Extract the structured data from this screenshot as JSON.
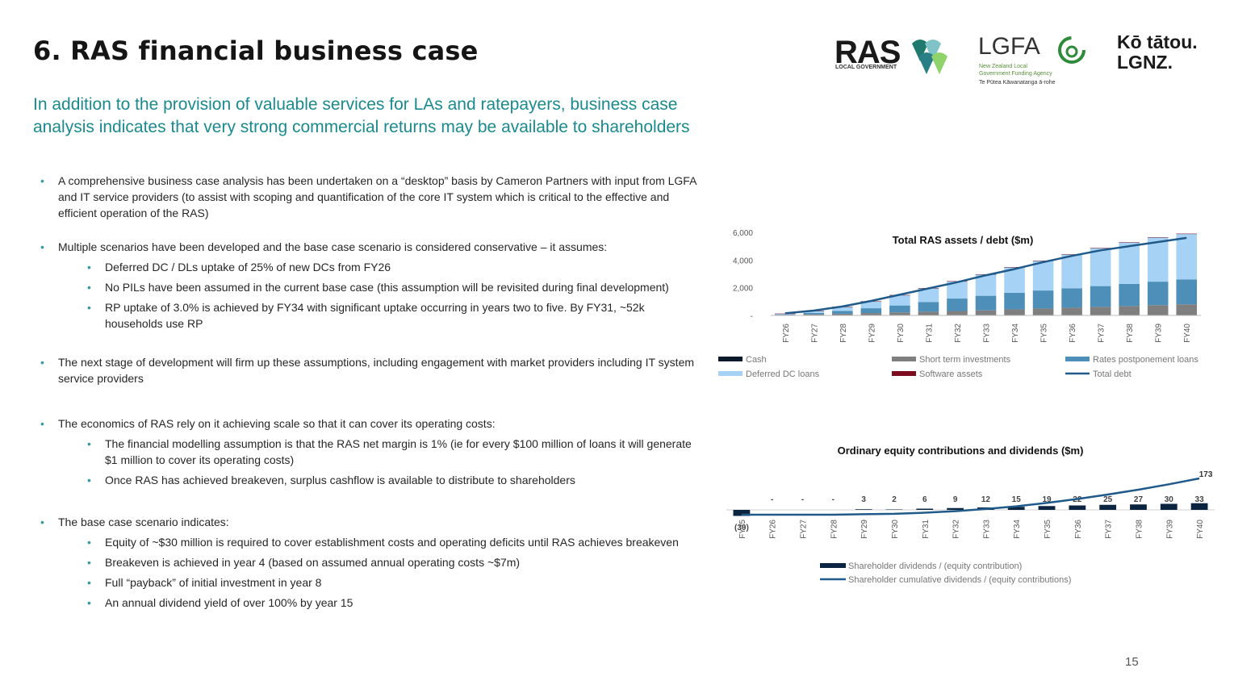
{
  "slide": {
    "title": "6. RAS financial business case",
    "subtitle_line1": "In addition to the provision of valuable services for LAs and ratepayers, business case",
    "subtitle_line2": "analysis indicates that very strong commercial returns may be available to shareholders",
    "page_number": "15"
  },
  "logos": {
    "ras_main": "RAS",
    "ras_sub": "LOCAL GOVERNMENT",
    "lgfa_main": "LGFA",
    "lgfa_sub1": "New Zealand Local",
    "lgfa_sub2": "Government Funding Agency",
    "lgfa_sub3": "Te Pūtea Kāwanatanga ā-rohe",
    "lgnz_line1": "Kō tātou.",
    "lgnz_line2": "LGNZ."
  },
  "bullets": {
    "b1": "A comprehensive business case analysis has been undertaken on a “desktop” basis by Cameron Partners with input from LGFA and IT service providers (to assist with scoping and quantification of the core IT system which is critical to the effective and efficient operation of the RAS)",
    "b2": "Multiple scenarios have been developed and the base case scenario is considered conservative – it assumes:",
    "b2_1": "Deferred DC / DLs uptake of 25% of new DCs from FY26",
    "b2_2": "No PILs have been assumed in the current base case (this assumption will be revisited during final development)",
    "b2_3": "RP uptake of 3.0% is achieved by FY34 with significant uptake occurring in years two to five. By FY31, ~52k households use RP",
    "b3": "The next stage of development will firm up these assumptions, including engagement with market providers including IT system service providers",
    "b4": "The economics of RAS rely on it achieving scale so that it can cover its operating costs:",
    "b4_1": "The financial modelling assumption is that the RAS net margin is 1% (ie for every $100 million of loans it will generate $1 million to cover its operating costs)",
    "b4_2": "Once RAS has achieved breakeven, surplus cashflow is available to distribute to shareholders",
    "b5": "The base case scenario indicates:",
    "b5_1": "Equity of  ~$30 million is required to cover establishment costs and operating deficits until RAS achieves breakeven",
    "b5_2": "Breakeven is achieved in year 4 (based on assumed annual operating costs ~$7m)",
    "b5_3": "Full “payback” of initial investment in year 8",
    "b5_4": "An annual dividend yield of over 100% by year 15"
  },
  "chart_data": [
    {
      "type": "bar",
      "title": "Total RAS assets / debt ($m)",
      "categories": [
        "FY26",
        "FY27",
        "FY28",
        "FY29",
        "FY30",
        "FY31",
        "FY32",
        "FY33",
        "FY34",
        "FY35",
        "FY36",
        "FY37",
        "FY38",
        "FY39",
        "FY40"
      ],
      "y_ticks": [
        "-",
        "2,000",
        "4,000",
        "6,000"
      ],
      "ylim": [
        0,
        6000
      ],
      "stacked": true,
      "series": [
        {
          "name": "Cash",
          "color": "#0b1a2b",
          "values": [
            20,
            20,
            20,
            20,
            20,
            20,
            20,
            20,
            20,
            20,
            20,
            20,
            20,
            20,
            20
          ]
        },
        {
          "name": "Short term investments",
          "color": "#7f7f7f",
          "values": [
            20,
            60,
            100,
            150,
            200,
            250,
            300,
            350,
            420,
            480,
            540,
            600,
            660,
            720,
            780
          ]
        },
        {
          "name": "Rates postponement loans",
          "color": "#4d8fb8",
          "values": [
            30,
            100,
            200,
            350,
            500,
            700,
            900,
            1050,
            1200,
            1300,
            1400,
            1500,
            1600,
            1700,
            1800
          ]
        },
        {
          "name": "Deferred DC loans",
          "color": "#a6d3f5",
          "values": [
            60,
            150,
            300,
            500,
            750,
            1000,
            1250,
            1550,
            1850,
            2150,
            2450,
            2750,
            3000,
            3200,
            3300
          ]
        },
        {
          "name": "Software assets",
          "color": "#7b0d1e",
          "values": [
            5,
            5,
            5,
            5,
            5,
            5,
            5,
            5,
            5,
            5,
            5,
            5,
            5,
            5,
            5
          ]
        },
        {
          "name": "Total debt",
          "color": "#1f5a8a",
          "type": "line",
          "values": [
            150,
            350,
            650,
            1050,
            1500,
            1950,
            2400,
            2900,
            3350,
            3850,
            4300,
            4700,
            5000,
            5300,
            5600
          ]
        }
      ]
    },
    {
      "type": "bar",
      "title": "Ordinary equity contributions and dividends ($m)",
      "categories": [
        "FY25",
        "FY26",
        "FY27",
        "FY28",
        "FY29",
        "FY30",
        "FY31",
        "FY32",
        "FY33",
        "FY34",
        "FY35",
        "FY36",
        "FY37",
        "FY38",
        "FY39",
        "FY40"
      ],
      "data_labels": [
        "(30)",
        "-",
        "-",
        "-",
        "3",
        "2",
        "6",
        "9",
        "12",
        "15",
        "19",
        "22",
        "25",
        "27",
        "30",
        "33"
      ],
      "end_label": "173",
      "series": [
        {
          "name": "Shareholder dividends / (equity contribution)",
          "color": "#0b2540",
          "values": [
            -30,
            0,
            0,
            0,
            3,
            2,
            6,
            9,
            12,
            15,
            19,
            22,
            25,
            27,
            30,
            33
          ]
        },
        {
          "name": "Shareholder cumulative dividends / (equity contributions)",
          "color": "#1f5a8a",
          "type": "line",
          "values": [
            -30,
            -30,
            -30,
            -30,
            -27,
            -25,
            -19,
            -10,
            2,
            17,
            36,
            58,
            83,
            110,
            140,
            173
          ]
        }
      ]
    }
  ]
}
